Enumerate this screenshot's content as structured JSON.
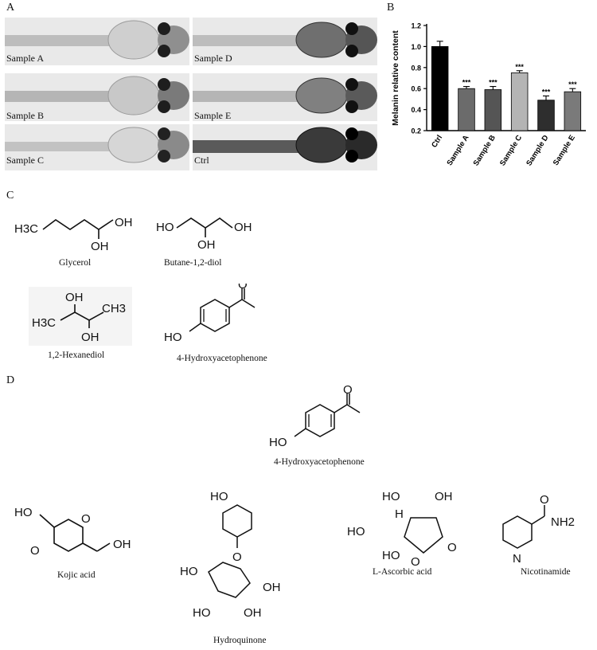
{
  "panels": {
    "a": "A",
    "b": "B",
    "c": "C",
    "d": "D"
  },
  "samples": [
    "Sample A",
    "Sample D",
    "Sample B",
    "Sample E",
    "Sample C",
    "Ctrl"
  ],
  "chart_data": {
    "type": "bar",
    "title": "",
    "ylabel": "Melanin relative content",
    "xlabel": "",
    "categories": [
      "Ctrl",
      "Sample A",
      "Sample B",
      "Sample C",
      "Sample D",
      "Sample E"
    ],
    "values": [
      1.0,
      0.6,
      0.59,
      0.75,
      0.49,
      0.57
    ],
    "errors": [
      0.05,
      0.02,
      0.03,
      0.02,
      0.04,
      0.03
    ],
    "significance": [
      "",
      "***",
      "***",
      "***",
      "***",
      "***"
    ],
    "colors": [
      "#000000",
      "#6b6b6b",
      "#555555",
      "#b4b4b4",
      "#2e2e2e",
      "#7a7a7a"
    ],
    "ylim": [
      0.2,
      1.2
    ],
    "yticks": [
      "0.2",
      "0.4",
      "0.6",
      "0.8",
      "1.0",
      "1.2"
    ],
    "grid": false
  },
  "panel_c": {
    "captions": [
      "Glycerol",
      "Butane-1,2-diol",
      "1,2-Hexanediol",
      "4-Hydroxyacetophenone"
    ],
    "labels": {
      "h3c": "H3C",
      "oh": "OH",
      "ho": "HO",
      "ch3": "CH3"
    }
  },
  "panel_d": {
    "captions": [
      "4-Hydroxyacetophenone",
      "Kojic acid",
      "Hydroquinone",
      "L-Ascorbic acid",
      "Nicotinamide"
    ],
    "labels": {
      "ho": "HO",
      "oh": "OH",
      "o": "O",
      "h": "H",
      "n": "N",
      "nh2": "NH2"
    }
  }
}
